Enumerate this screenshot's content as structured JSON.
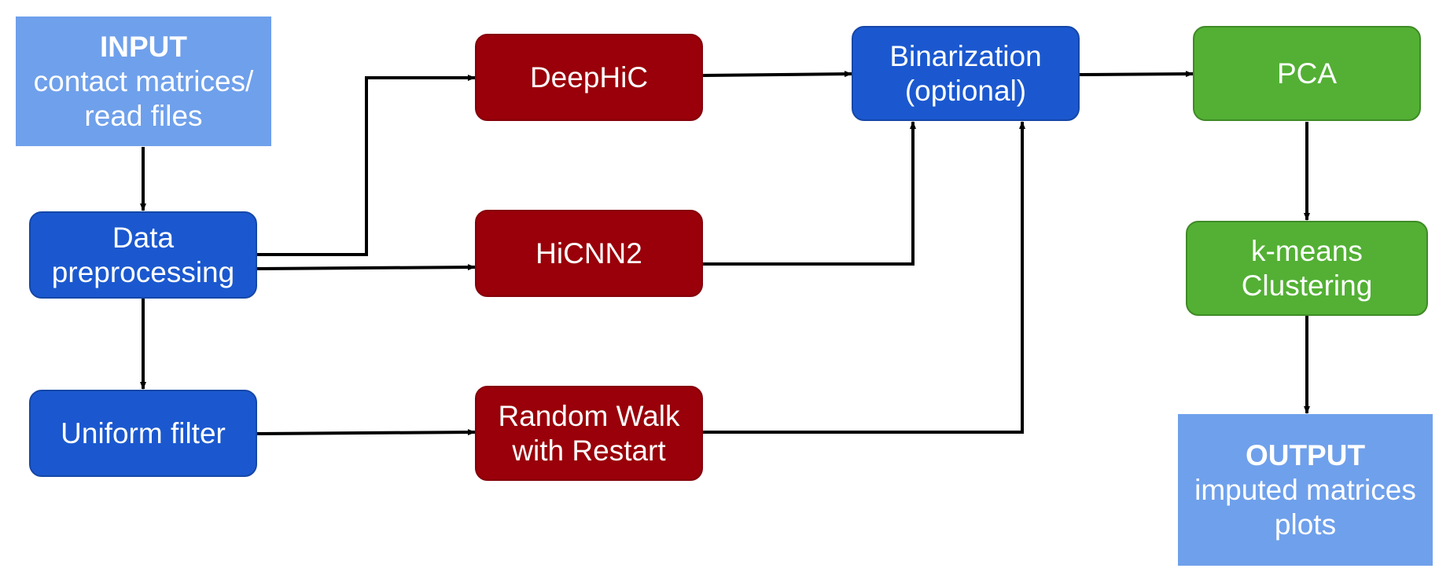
{
  "nodes": {
    "input": {
      "title": "INPUT",
      "line1": "contact matrices/",
      "line2": "read files",
      "color": "#6fa0eb"
    },
    "preprocessing": {
      "line1": "Data",
      "line2": "preprocessing",
      "color": "#1b58cf"
    },
    "uniform_filter": {
      "line1": "Uniform filter",
      "color": "#1b58cf"
    },
    "deephic": {
      "line1": "DeepHiC",
      "color": "#990009"
    },
    "hicnn2": {
      "line1": "HiCNN2",
      "color": "#990009"
    },
    "rwr": {
      "line1": "Random Walk",
      "line2": "with Restart",
      "color": "#990009"
    },
    "binarization": {
      "line1": "Binarization",
      "line2": "(optional)",
      "color": "#1b58cf"
    },
    "pca": {
      "line1": "PCA",
      "color": "#53b034"
    },
    "kmeans": {
      "line1": "k-means",
      "line2": "Clustering",
      "color": "#53b034"
    },
    "output": {
      "title": "OUTPUT",
      "line1": "imputed matrices",
      "line2": "plots",
      "color": "#6fa0eb"
    }
  },
  "edges": [
    {
      "from": "input",
      "to": "preprocessing"
    },
    {
      "from": "preprocessing",
      "to": "deephic"
    },
    {
      "from": "preprocessing",
      "to": "hicnn2"
    },
    {
      "from": "preprocessing",
      "to": "uniform_filter"
    },
    {
      "from": "uniform_filter",
      "to": "rwr"
    },
    {
      "from": "deephic",
      "to": "binarization"
    },
    {
      "from": "hicnn2",
      "to": "binarization"
    },
    {
      "from": "rwr",
      "to": "binarization"
    },
    {
      "from": "binarization",
      "to": "pca"
    },
    {
      "from": "pca",
      "to": "kmeans"
    },
    {
      "from": "kmeans",
      "to": "output"
    }
  ]
}
